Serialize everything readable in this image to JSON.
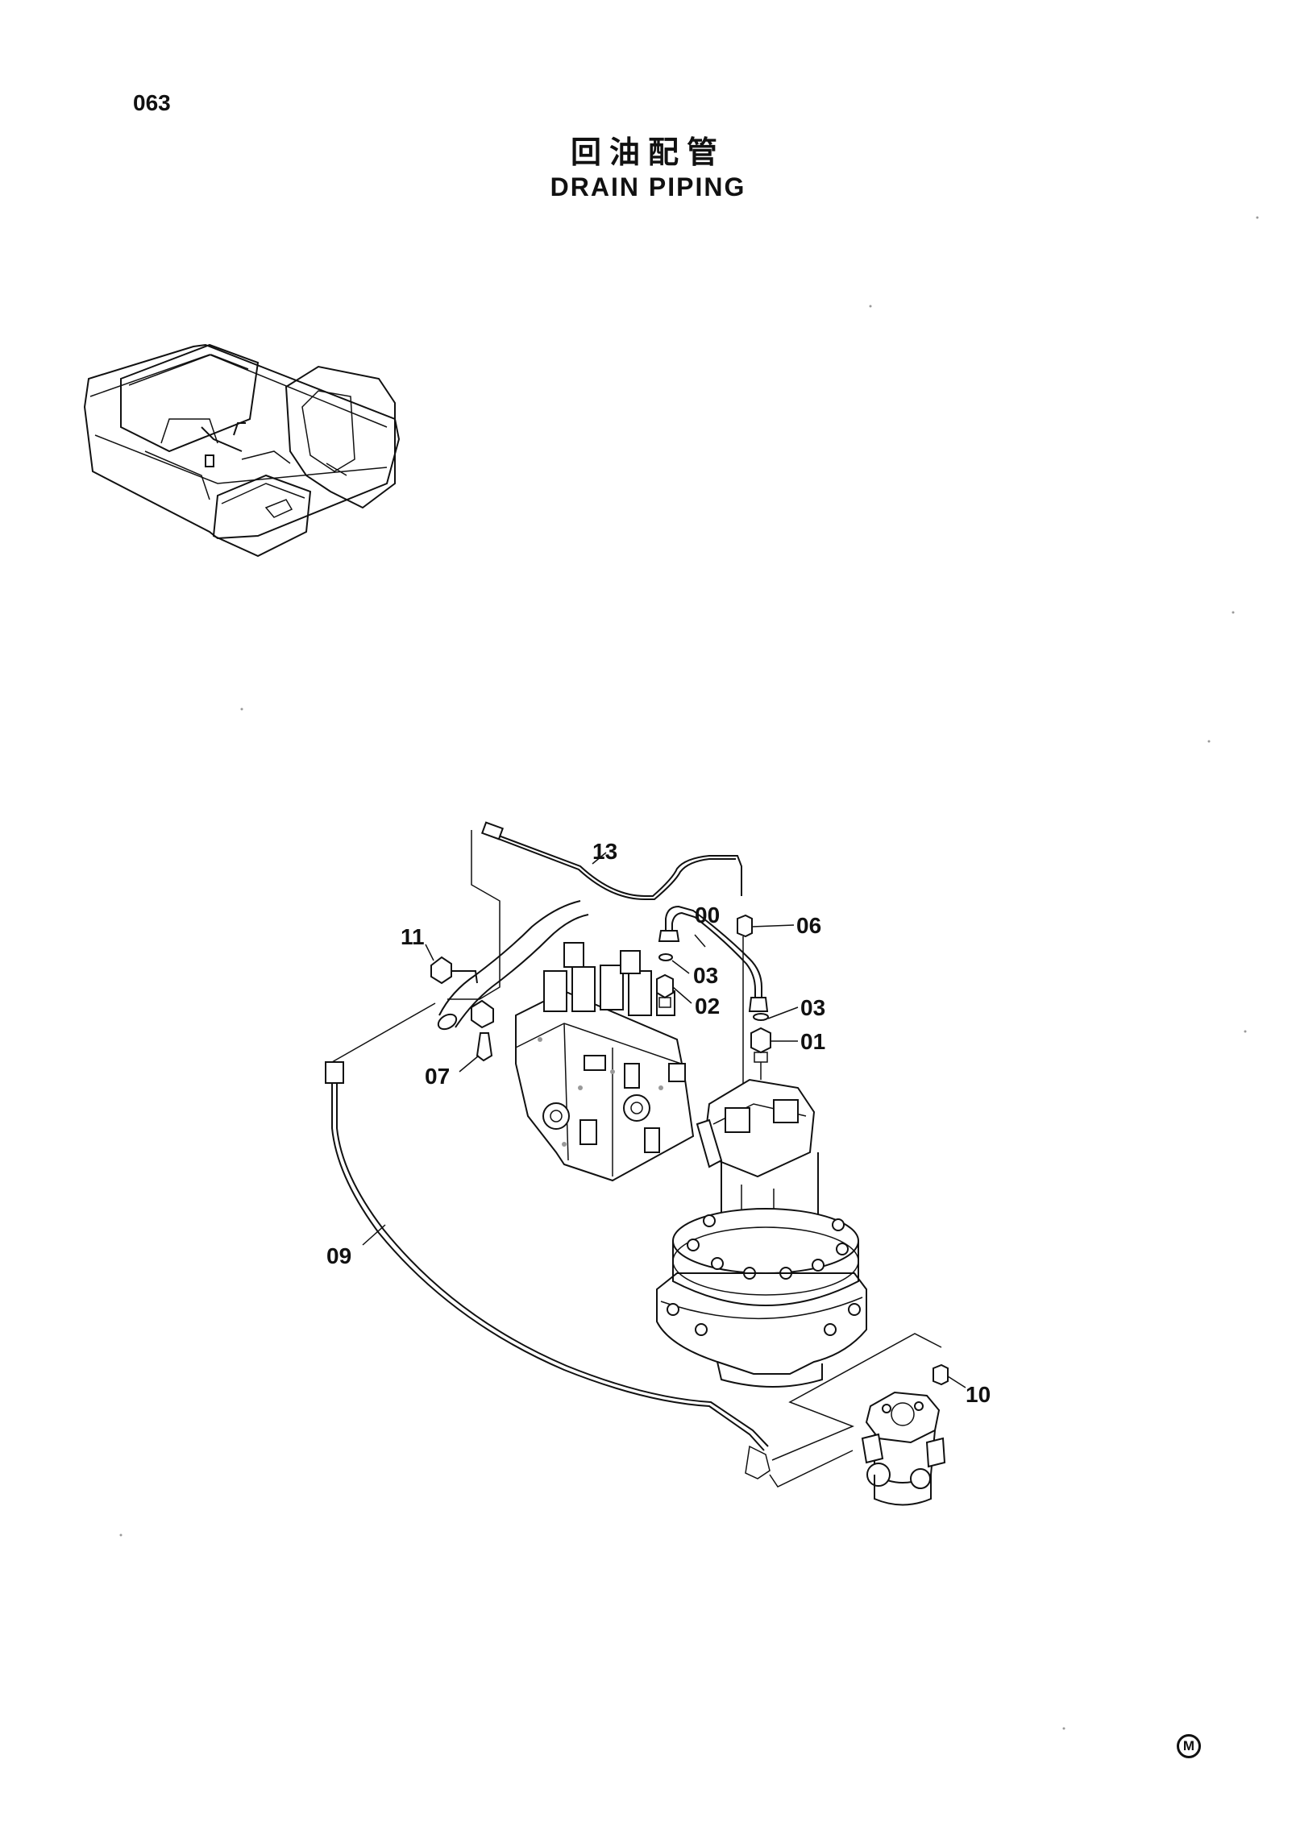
{
  "page": {
    "number": "063",
    "title_cn": "回油配管",
    "title_en": "DRAIN PIPING",
    "corner_mark": "M"
  },
  "parts": [
    {
      "id": "label-00",
      "text": "00"
    },
    {
      "id": "label-01",
      "text": "01"
    },
    {
      "id": "label-02",
      "text": "02"
    },
    {
      "id": "label-03a",
      "text": "03"
    },
    {
      "id": "label-03b",
      "text": "03"
    },
    {
      "id": "label-06",
      "text": "06"
    },
    {
      "id": "label-07",
      "text": "07"
    },
    {
      "id": "label-09",
      "text": "09"
    },
    {
      "id": "label-10",
      "text": "10"
    },
    {
      "id": "label-11",
      "text": "11"
    },
    {
      "id": "label-13",
      "text": "13"
    }
  ],
  "icons": {
    "excavator_overview": "excavator-location-icon",
    "control_valve": "control-valve-icon",
    "swing_motor": "swing-motor-icon",
    "swivel_joint": "swivel-joint-icon"
  }
}
